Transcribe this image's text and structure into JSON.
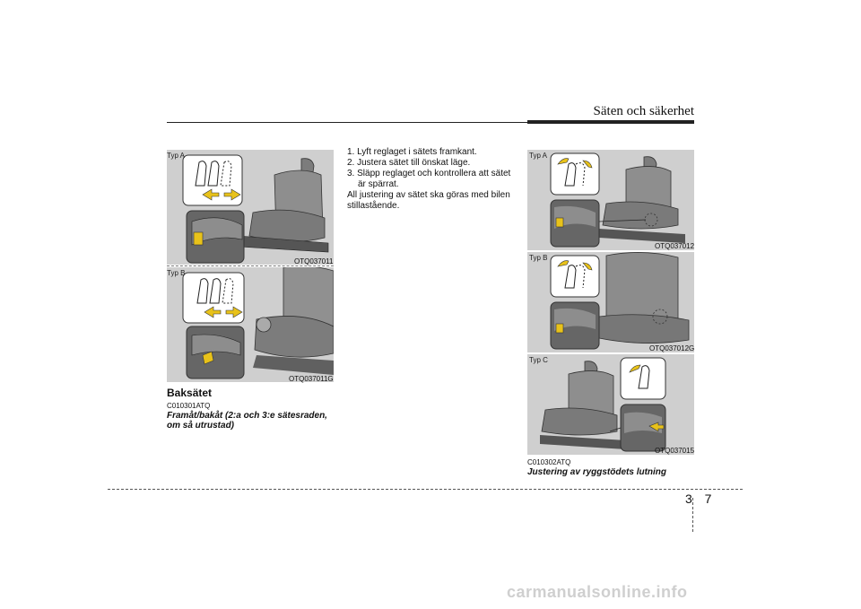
{
  "header": {
    "section_title": "Säten och säkerhet"
  },
  "left_column": {
    "fig1": {
      "type_label": "Typ A",
      "code": "OTQ037011"
    },
    "fig2": {
      "type_label": "Typ B",
      "code": "OTQ037011G"
    },
    "section_title": "Baksätet",
    "section_code": "C010301ATQ",
    "subheading": "Framåt/bakåt (2:a och 3:e sätesraden, om så utrustad)"
  },
  "middle_column": {
    "steps": [
      "1. Lyft reglaget i sätets framkant.",
      "2. Justera sätet till önskat läge.",
      "3. Släpp reglaget och kontrollera att sätet är spärrat."
    ],
    "note": "All justering av sätet ska göras med bilen stillastående."
  },
  "right_column": {
    "fig1": {
      "type_label": "Typ A",
      "code": "OTQ037012"
    },
    "fig2": {
      "type_label": "Typ B",
      "code": "OTQ037012G"
    },
    "fig3": {
      "type_label": "Typ C",
      "code": "OTQ037015"
    },
    "section_code": "C010302ATQ",
    "subheading": "Justering av ryggstödets lutning"
  },
  "footer": {
    "chapter": "3",
    "page": "7"
  },
  "watermark": "carmanualsonline.info",
  "colors": {
    "arrow_yellow": "#e8c21a",
    "figure_bg": "#cfcfcf",
    "seat_gray": "#8a8a8a"
  }
}
